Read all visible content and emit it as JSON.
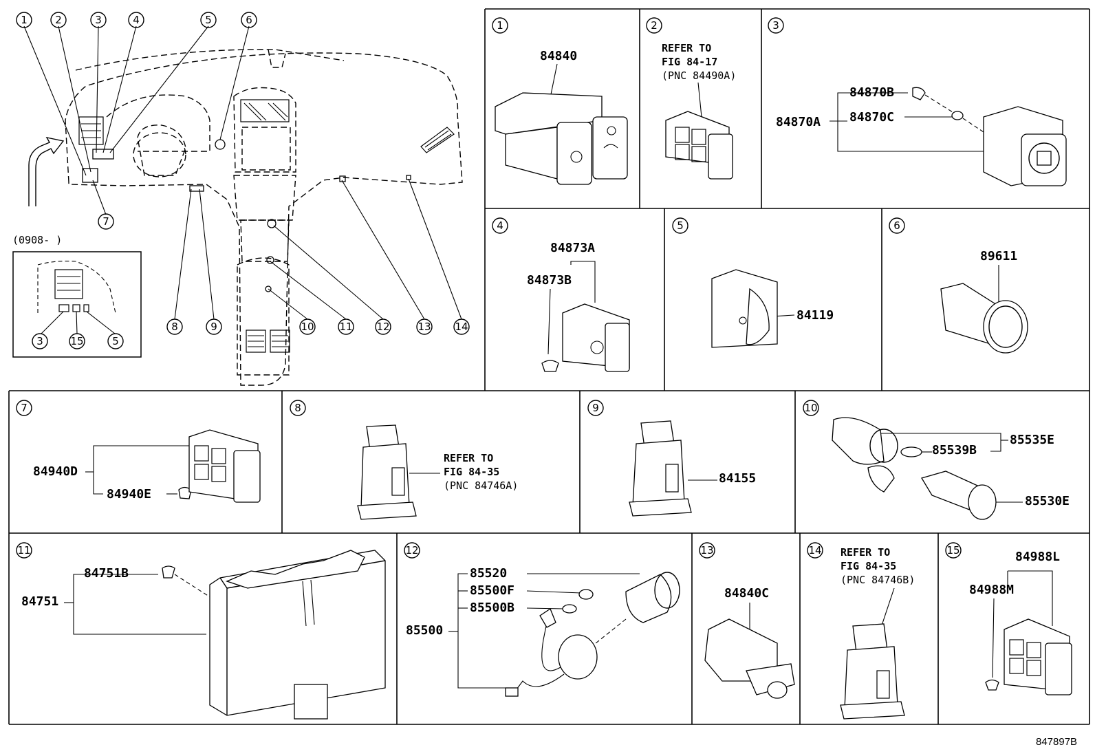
{
  "diagram_code": "847897B",
  "overview": {
    "callouts_top": [
      "1",
      "2",
      "3",
      "4",
      "5",
      "6"
    ],
    "callouts_bottom": [
      "8",
      "9",
      "10",
      "11",
      "12",
      "13",
      "14"
    ],
    "callout_7": "7",
    "inset_label": "(0908-        )",
    "inset_callouts": [
      "3",
      "15",
      "5"
    ]
  },
  "cells": [
    {
      "id": "1",
      "parts": [
        "84840"
      ]
    },
    {
      "id": "2",
      "refer": [
        "REFER TO",
        "FIG 84-17",
        "(PNC 84490A)"
      ]
    },
    {
      "id": "3",
      "parts": [
        "84870B",
        "84870A",
        "84870C"
      ]
    },
    {
      "id": "4",
      "parts": [
        "84873A",
        "84873B"
      ]
    },
    {
      "id": "5",
      "parts": [
        "84119"
      ]
    },
    {
      "id": "6",
      "parts": [
        "89611"
      ]
    },
    {
      "id": "7",
      "parts": [
        "84940D",
        "84940E"
      ]
    },
    {
      "id": "8",
      "refer": [
        "REFER TO",
        "FIG 84-35",
        "(PNC 84746A)"
      ]
    },
    {
      "id": "9",
      "parts": [
        "84155"
      ]
    },
    {
      "id": "10",
      "parts": [
        "85535E",
        "85539B",
        "85530E"
      ]
    },
    {
      "id": "11",
      "parts": [
        "84751B",
        "84751"
      ]
    },
    {
      "id": "12",
      "parts": [
        "85520",
        "85500F",
        "85500B",
        "85500"
      ]
    },
    {
      "id": "13",
      "parts": [
        "84840C"
      ]
    },
    {
      "id": "14",
      "refer": [
        "REFER TO",
        "FIG 84-35",
        "(PNC 84746B)"
      ]
    },
    {
      "id": "15",
      "parts": [
        "84988L",
        "84988M"
      ]
    }
  ]
}
